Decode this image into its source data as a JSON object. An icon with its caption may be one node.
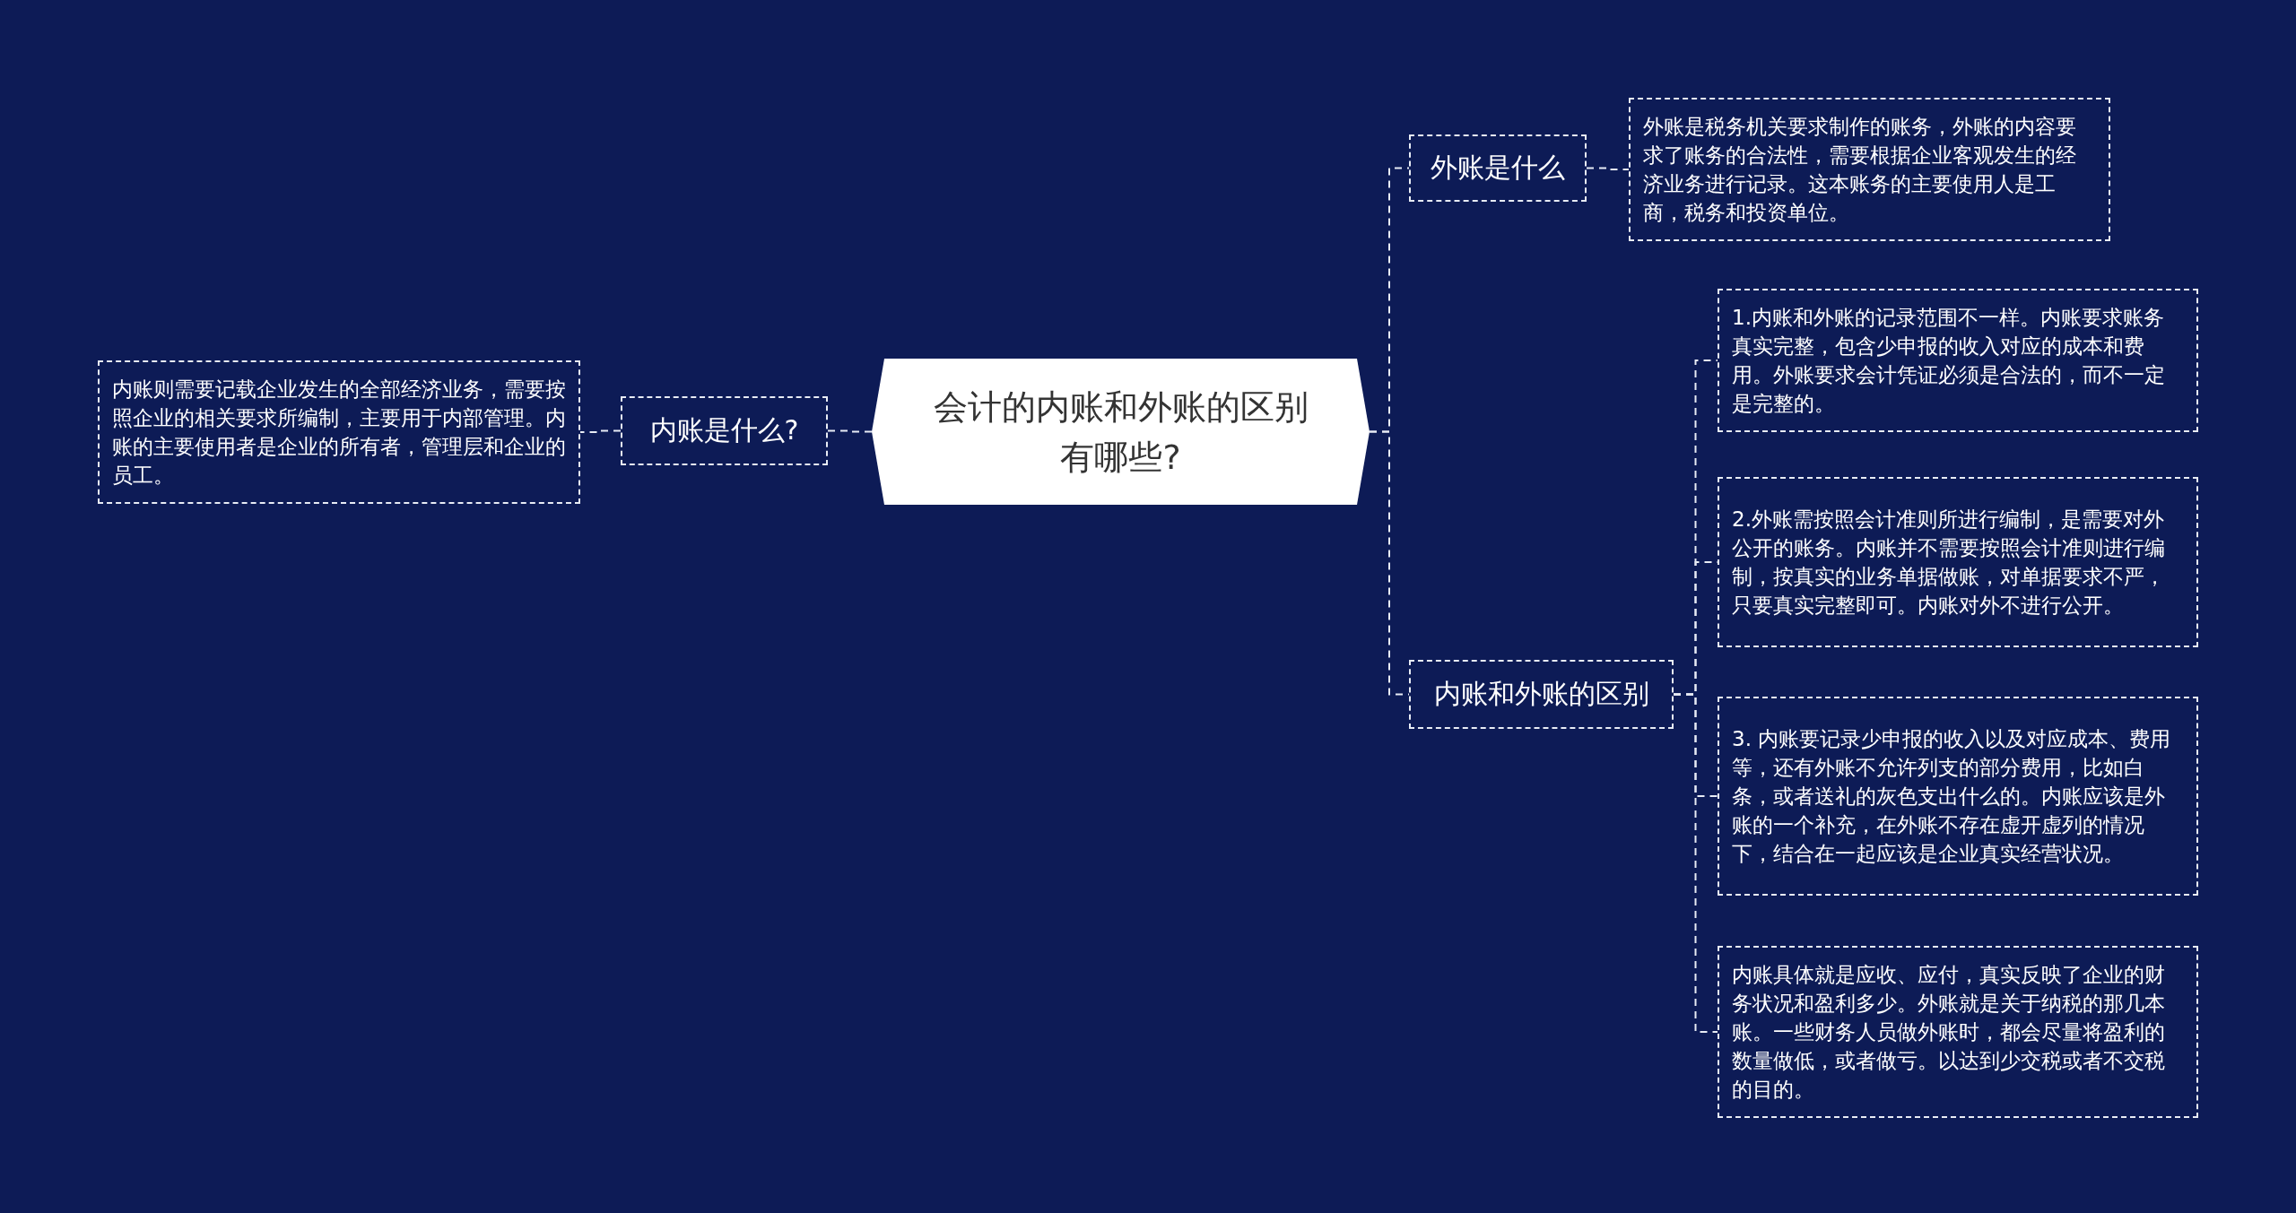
{
  "diagram": {
    "nodes": [
      {
        "text": [
          "会计的内账和外账的区别有哪些?"
        ]
      },
      {
        "text": [
          "内账是什么?"
        ]
      },
      {
        "text": [
          "内账则需要记载企业发生的全部经济业务，需要按照企业的相关要求所编制，主要用于内部管理。内账的主要使用者是企业的所有者，管理层和企业的员工。"
        ]
      },
      {
        "text": [
          "外账是什么"
        ]
      },
      {
        "text": [
          "外账是税务机关要求制作的账务，外账的内容要求了账务的合法性，需要根据企业客观发生的经济业务进行记录。这本账务的主要使用人是工商，税务和投资单位。"
        ]
      },
      {
        "text": [
          "内账和外账的区别"
        ]
      },
      {
        "text": [
          "1.内账和外账的记录范围不一样。内账要求账务真实完整，包含少申报的收入对应的成本和费用。外账要求会计凭证必须是合法的，而不一定是完整的。"
        ]
      },
      {
        "text": [
          "2.外账需按照会计准则所进行编制，是需要对外公开的账务。内账并不需要按照会计准则进行编制，按真实的业务单据做账，对单据要求不严，只要真实完整即可。内账对外不进行公开。"
        ]
      },
      {
        "text": [
          "3. 内账要记录少申报的收入以及对应成本、费用等，还有外账不允许列支的部分费用，比如白条，或者送礼的灰色支出什么的。内账应该是外账的一个补充，在外账不存在虚开虚列的情况下，结合在一起应该是企业真实经营状况。"
        ]
      },
      {
        "text": [
          "内账具体就是应收、应付，真实反映了企业的财务状况和盈利多少。外账就是关于纳税的那几本账。一些财务人员做外账时，都会尽量将盈利的数量做低，或者做亏。以达到少交税或者不交税的目的。"
        ]
      }
    ],
    "edges": [
      {
        "from": 0,
        "to": 1,
        "arrow": "none"
      },
      {
        "from": 1,
        "to": 2,
        "arrow": "none"
      },
      {
        "from": 0,
        "to": 3,
        "arrow": "none"
      },
      {
        "from": 3,
        "to": 4,
        "arrow": "none"
      },
      {
        "from": 0,
        "to": 5,
        "arrow": "none"
      },
      {
        "from": 5,
        "to": 6,
        "arrow": "none"
      },
      {
        "from": 5,
        "to": 7,
        "arrow": "none"
      },
      {
        "from": 5,
        "to": 8,
        "arrow": "none"
      },
      {
        "from": 5,
        "to": 9,
        "arrow": "none"
      }
    ]
  }
}
